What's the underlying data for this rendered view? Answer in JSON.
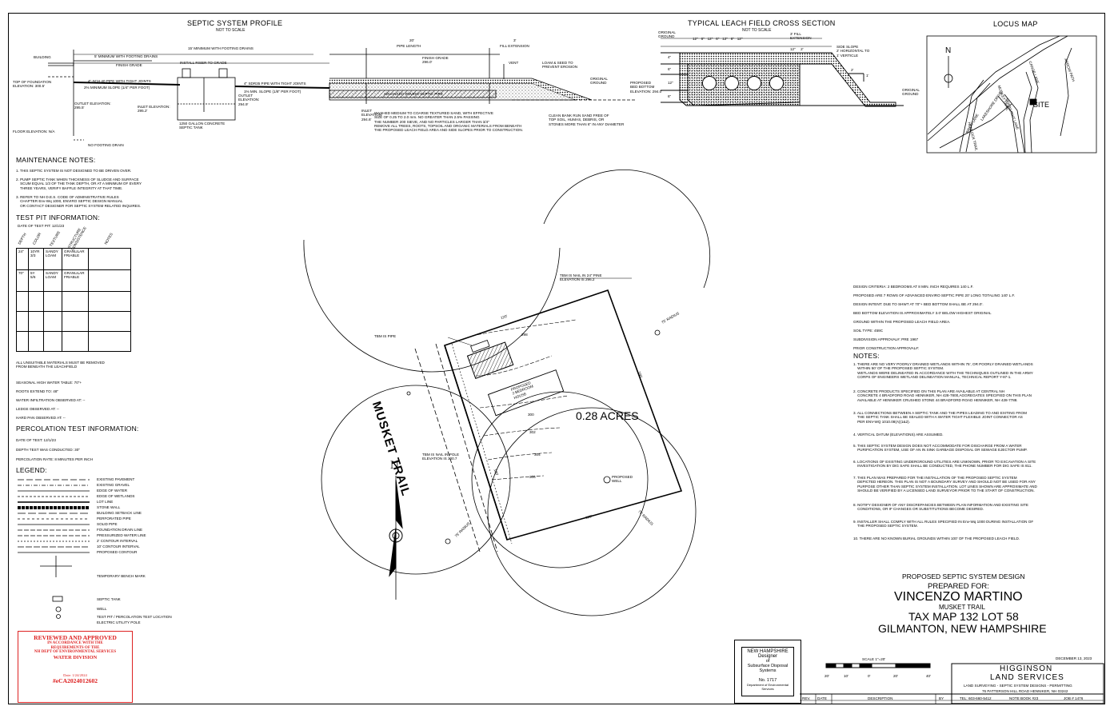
{
  "profile": {
    "title": "SEPTIC SYSTEM PROFILE",
    "subtitle": "NOT TO SCALE",
    "labels": {
      "min15": "15' MINIMUM WITH FOOTING DRAINS",
      "min5": "5' MINIMUM WITH FOOTING DRAINS",
      "building": "BUILDING",
      "finish_grade": "FINISH GRADE",
      "riser": "INSTALL RISER TO GRADE",
      "top_found": "TOP OF FOUNDATION\nELEVATION: 300.5'",
      "pipe4": "4\" SCH 40 PIPE WITH TIGHT JOINTS",
      "slope1": "2% MINIMUM SLOPE (1/4\" PER FOOT)",
      "outlet1": "OUTLET ELEVATION:\n295.5'",
      "inlet1": "INLET ELEVATION:\n295.2'",
      "tank": "1250 GALLON CONCRETE\nSEPTIC TANK",
      "outlet2": "OUTLET\nELEVATION:\n294.9'",
      "pipe_sdr": "4\" SDR35 PIPE WITH TIGHT JOINTS",
      "slope2": "1% MIN. SLOPE (1/8\" PER FOOT)",
      "floor": "FLOOR ELEVATION: N/A",
      "nofooting": "NO FOOTING DRAIN",
      "pipe_len_a": "20'",
      "pipe_len_b": "PIPE LENGTH",
      "fill_a": "3'",
      "fill_b": "FILL EXTENSION",
      "finish2": "FINISH GRADE\n296.0'",
      "vent": "VENT",
      "loam": "LOAM & SEED TO\nPREVENT EROSION",
      "orig": "ORIGINAL\nGROUND",
      "pipe_label": "ADVANCED ENVIRO SEPTIC PIPE",
      "inlet2": "INLET\nELEVATION:\n294.6'",
      "sand_note": "WASHED MEDIUM TO COARSE TEXTURED SAND, WITH EFFECTIVE\nSIZE OF 0.25 TO 2.0 mm. NO GREATER THAN 2.5% PASSING\nTHE NUMBER 200 SIEVE, AND NO PARTICLES LARGER THAN 3/4\"\nREMOVE ALL TREES, ROOTS, TOPSOIL AND ORGANIC MATERIALS FROM BENEATH\nTHE PROPOSED LEACH FIELD AREA AND SIDE SLOPES PRIOR TO CONSTRUCTION.",
      "clean_sand": "CLEAN BANK RUN SAND FREE OF\nTOP SOIL, HUMAS, DEBRIS, OR\nSTONES MORE THAN 6\" IN ANY DIAMETER"
    }
  },
  "cross": {
    "title": "TYPICAL LEACH FIELD CROSS SECTION",
    "subtitle": "NOT TO SCALE",
    "orig_top": "ORIGINAL\nGROUND",
    "dims_top": "12\"   6\"   12\"   6\"   12\"   6\"   12\"",
    "fill_ext": "3' FILL\nEXTENSION",
    "dims_2": "12\"     2'",
    "side_slope": "SIDE SLOPE\n2' HORIZONTAL TO\n1' VERTICLE",
    "h4": "4\"",
    "h6": "6\"",
    "h12": "12\"",
    "h6b": "6\"",
    "prop_bed": "PROPOSED\nBED BOTTOM\nELEVATION: 294.0'",
    "orig_right": "ORIGINAL\nGROUND",
    "two": "2'",
    "one": "1'"
  },
  "locus": {
    "title": "LOCUS MAP",
    "north": "N",
    "streets": [
      "LAKESHORE DRIVE",
      "MUSKET TRAIL",
      "BIRCH LANE",
      "CANOE LANE",
      "ARROW PATH",
      "HEMLOCK TRAIL",
      "MOONLIGHT LANE"
    ],
    "site": "SITE"
  },
  "maintenance": {
    "title": "MAINTENANCE NOTES:",
    "items": [
      "1. THIS SEPTIC SYSTEM IS NOT DESIGNED TO BE DRIVEN OVER.",
      "2. PUMP SEPTIC TANK WHEN THICKNESS OF SLUDGE AND SURFACE\n    SCUM EQUAL 1/3 OF THE TANK DEPTH, OR AT A MINIMUM OF EVERY\n    THREE YEARS, VERIFY BAFFLE INTEGRITY AT THAT TIME.",
      "3. REFER TO NH D.E.S. CODE OF ADMINISTRATIVE RULES\n    CHAPTER Env-Wq 1000, ENVIRO SEPTIC DESIGN MANUAL\n    OR CONTACT DESIGNER FOR SEPTIC SYSTEM RELATED INQUIRES."
    ]
  },
  "testpit": {
    "title": "TEST PIT INFORMATION:",
    "date": "DATE OF TEST PIT: 12/1/23",
    "headers": [
      "DEPTH",
      "COLOR",
      "TEXTURE",
      "STRUCTURE\nCONSISTENCE",
      "NOTES"
    ],
    "rows": [
      [
        "24\"",
        "10YR\n3/3",
        "SANDY\nLOAM",
        "GRANULAR\nFRIABLE",
        ""
      ],
      [
        "70\"",
        "5Y\n5/6",
        "SANDY\nLOAM",
        "GRANULAR\nFRIABLE",
        ""
      ],
      [
        "",
        "",
        "",
        "",
        ""
      ],
      [
        "",
        "",
        "",
        "",
        ""
      ],
      [
        "",
        "",
        "",
        "",
        ""
      ]
    ],
    "footer": "ALL UNSUITABLE MATERIALS MUST BE REMOVED\nFROM BENEATH THE LEACHFIELD",
    "info": [
      "SEASONAL HIGH WATER TABLE:  70\"+",
      "ROOTS EXTEND TO:  48\"",
      "WATER INFILTRATION OBSERVED AT:  --",
      "LEDGE OBSERVED AT:  --",
      "HARD PAN OBSERVED AT:  --"
    ]
  },
  "perc": {
    "title": "PERCOLATION TEST INFORMATION:",
    "items": [
      "DATE OF TEST: 12/1/23",
      "DEPTH TEST WAS CONDUCTED:  30\"",
      "PERCOLATION RATE:  8 MINUTES PER INCH"
    ]
  },
  "legend": {
    "title": "LEGEND:",
    "items": [
      "EXISTING PAVEMENT",
      "EXISTING GRAVEL",
      "EDGE OF WATER",
      "EDGE OF WETLANDS",
      "LOT LINE",
      "STONE WALL",
      "BUILDING SETBACK LINE",
      "PERFORATED PIPE",
      "SOLID PIPE",
      "FOUNDATION DRAIN LINE",
      "PRESSURIZED WATER LINE",
      "2' CONTOUR INTERVAL",
      "10' CONTOUR INTERVAL",
      "PROPOSED CONTOUR"
    ],
    "tbm": "TEMPORARY BENCH MARK",
    "symbols": [
      "SEPTIC TANK",
      "WELL",
      "TEST PIT / PERCOLATION TEST LOCATION",
      "ELECTRIC UTILITY POLE"
    ]
  },
  "stamp": {
    "line1": "REVIEWED AND APPROVED",
    "line2": "IN ACCORDANCE WITH THE\nREQUIREMENTS OF THE\nNH DEPT OF ENVIRONMENTAL SERVICES",
    "line3": "WATER DIVISION",
    "date": "Date: 1/24/2024",
    "id": "#eCA2024012602",
    "color": "#d22222"
  },
  "plan": {
    "road": "MUSKET TRAIL",
    "acres": "0.28 ACRES",
    "tbm_pine": "TBM IS NAIL IN 24\" PINE\nELEVATION IS 296.2",
    "tbm_pipe": "TBM IS PIPE",
    "tbm_pole": "TBM IS NAIL IN POLE\nELEVATION IS 300.7",
    "house": "PROPOSED\n2 BEDROOM\nHOUSE",
    "well": "PROPOSED\nWELL",
    "dim_top": "120'",
    "dim_bottom": "120'",
    "dim_right": "100'",
    "dim_left": "100'",
    "radius": "75' RADIUS",
    "contours": [
      "298",
      "300",
      "302",
      "304",
      "306"
    ],
    "north": "N"
  },
  "design": {
    "criteria": [
      "DESIGN CRITERIA: 2 BEDROOMS AT 8 MIN. INCH REQUIRES 140 L.F.",
      "PROPOSED ARE 7 ROWS OF ADVANCED ENVIRO SEPTIC PIPE 20' LONG TOTALING 140' L.F.",
      "DESIGN INTENT: DUE TO SHWT AT 70\"+ BED BOTTOM SHALL BE AT 294.0'.",
      "BED BOTTOM ELEVATION IS APPROXIMATELY 3.0' BELOW HIGHEST ORIGINAL",
      "GROUND WITHIN THE PROPOSED LEACH FIELD AREA.",
      "SOIL TYPE: 459C",
      "SUBDIVISION APPROVAL#: PRE 1967",
      "PRIOR CONSTRUCTION APPROVAL#:"
    ],
    "notes_title": "NOTES:",
    "notes": [
      "1. THERE ARE NO VERY POORLY DRAINED WETLANDS WITHIN 75', OR POORLY DRAINED WETLANDS\n    WITHIN 50' OF THE PROPOSED SEPTIC SYSTEM.\n    WETLANDS WERE DELINEATED IN ACCORDANCE WITH THE TECHNIQUES OUTLINED IN THE ARMY\n    CORPS OF ENGINEERS WETLAND DELINEATION MANUAL, TECHNICAL REPORT Y-87-1.",
      "2. CONCRETE PRODUCTS SPECIFIED ON THIS PLAN ARE AVAILABLE AT CENTRAL NH\n    CONCRETE 4 BRADFORD ROAD HENNIKER, NH 428-7800,AGGREGATES SPECIFIED ON THIS PLAN\n    AVAILABLE AT HENNIKER CRUSHED STONE 44 BRADFORD ROAD HENNIKER, NH 428-7788.",
      "3. ALL CONNECTIONS BETWEEN A SEPTIC TANK AND THE PIPES LEADING TO AND EXITING FROM\n    THE SEPTIC TANK SHALL BE SEALED WITH A WATER TIGHT FLEXIBLE JOINT CONNECTOR AS\n    PER ENV-WQ 1010.08(A)(1&2).",
      "4. VERTICAL DATUM (ELEVATIONS) ARE ASSUMED.",
      "5. THIS SEPTIC SYSTEM DESIGN DOES NOT ACCOMMODATE FOR DISCHARGE FROM A WATER\n    PURIFICATION SYSTEM, USE OF AN IN SINK GARBAGE DISPOSAL OR SEWAGE EJECTOR PUMP.",
      "6. LOCATIONS OF EXISTING UNDERGROUND UTILITIES ARE UNKNOWN, PRIOR TO EXCAVATION A SITE\n    INVESTIGATION BY DIG SAFE SHALL BE CONDUCTED, THE PHONE NUMBER FOR DIG SAFE IS 811.",
      "7. THIS PLAN WAS PREPARED FOR THE INSTALLATION OF THE PROPOSED SEPTIC SYSTEM\n    DEPICTED HEREON. THIS PLAN IS NOT A BOUNDARY SURVEY AND SHOULD NOT BE USED FOR ANY\n    PURPOSE OTHER THAN SEPTIC SYSTEM INSTALLATION. LOT LINES SHOWN ARE APPROXIMATE AND\n    SHOULD BE VERIFIED BY A LICENSED LAND SURVEYOR PRIOR TO THE START OF CONSTRUCTION.",
      "8. NOTIFY DESIGNER OF ANY DISCREPANCIES BETWEEN PLAN INFORMATION AND EXISTING SITE\n    CONDITIONS, OR IF CHANGES OR SUBSTITUTIONS BECOME DESIRED.",
      "9. INSTALLER SHALL COMPLY WITH ALL RULES SPECIFIED IN Env-Wq 1000 DURING INSTALLATION OF\n    THE PROPOSED SEPTIC SYSTEM.",
      "10. THERE ARE NO KNOWN BURIAL GROUNDS WITHIN 100' OF THE PROPOSED LEACH FIELD."
    ]
  },
  "title_block": {
    "heading": "PROPOSED SEPTIC SYSTEM DESIGN",
    "prepared": "PREPARED FOR:",
    "owner": "VINCENZO MARTINO",
    "street": "MUSKET TRAIL",
    "tax": "TAX MAP 132 LOT 58",
    "town": "GILMANTON, NEW HAMPSHIRE",
    "date": "DECEMBER 13, 2023",
    "scale": "SCALE  1\"=20'",
    "scale_ticks": [
      "20'",
      "10'",
      "0'",
      "20'",
      "40'"
    ],
    "company1": "HIGGINSON",
    "company2": "LAND SERVICES",
    "company3": "LAND SURVEYING - SEPTIC SYSTEM DESIGNS - PERMITTING",
    "company4": "76 PATTERSON HILL ROAD HENNIKER, NH 03242",
    "tel": "TEL: 603-660-5412",
    "notebook": "NOTE BOOK #23",
    "job": "JOB # 1476",
    "rev_headers": [
      "REV.",
      "DATE",
      "DESCRIPTION",
      "BY"
    ],
    "seal": [
      "NEW HAMPSHIRE",
      "Designer",
      "of",
      "Subsurface Disposal",
      "Systems",
      "No. 1717",
      "Department of Environmental Services"
    ]
  }
}
